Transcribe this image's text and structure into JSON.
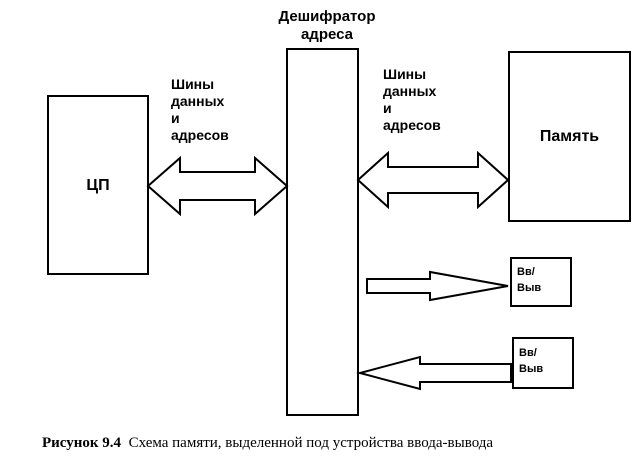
{
  "decoder": {
    "title_line1": "Дешифратор",
    "title_line2": "адреса"
  },
  "cpu": {
    "label": "ЦП"
  },
  "memory": {
    "label": "Память"
  },
  "bus_left": {
    "line1": "Шины",
    "line2": "данных",
    "line3": "и",
    "line4": "адресов"
  },
  "bus_right": {
    "line1": "Шины",
    "line2": "данных",
    "line3": "и",
    "line4": "адресов"
  },
  "io1": {
    "line1": "Вв/",
    "line2": "Выв"
  },
  "io2": {
    "line1": "Вв/",
    "line2": "Выв"
  },
  "caption": {
    "number": "Рисунок 9.4",
    "text": "Схема памяти, выделенной под устройства ввода-вывода"
  },
  "colors": {
    "stroke": "#000000",
    "fill": "#ffffff"
  }
}
